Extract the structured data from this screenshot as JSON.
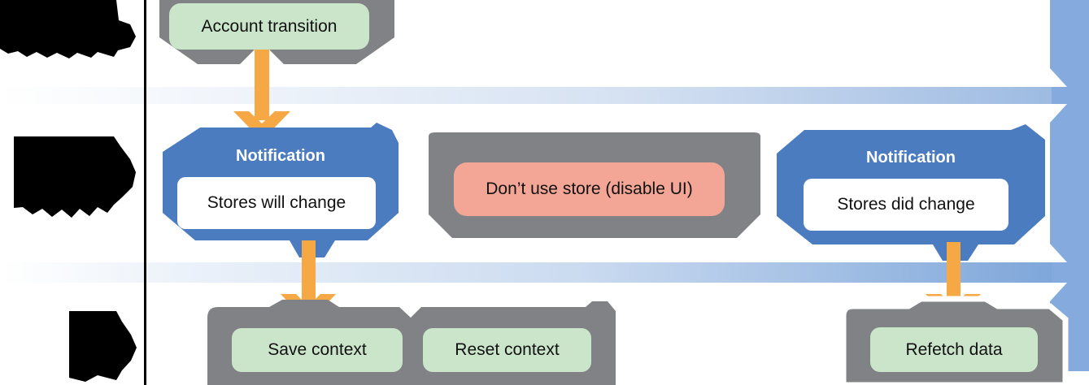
{
  "colors": {
    "blue": "#4b7cc0",
    "gray": "#808285",
    "green": "#cae5ca",
    "salmon": "#f3a695",
    "orange": "#f6a844",
    "bar_blue": "#85abde",
    "black": "#000000",
    "text": "#111111"
  },
  "nodes": {
    "account_transition": {
      "label": "Account transition"
    },
    "notification_will": {
      "title": "Notification",
      "label": "Stores will change"
    },
    "dont_use_store": {
      "label": "Don’t use store (disable UI)"
    },
    "notification_did": {
      "title": "Notification",
      "label": "Stores did change"
    },
    "save_context": {
      "label": "Save context"
    },
    "reset_context": {
      "label": "Reset context"
    },
    "refetch_data": {
      "label": "Refetch data"
    }
  }
}
